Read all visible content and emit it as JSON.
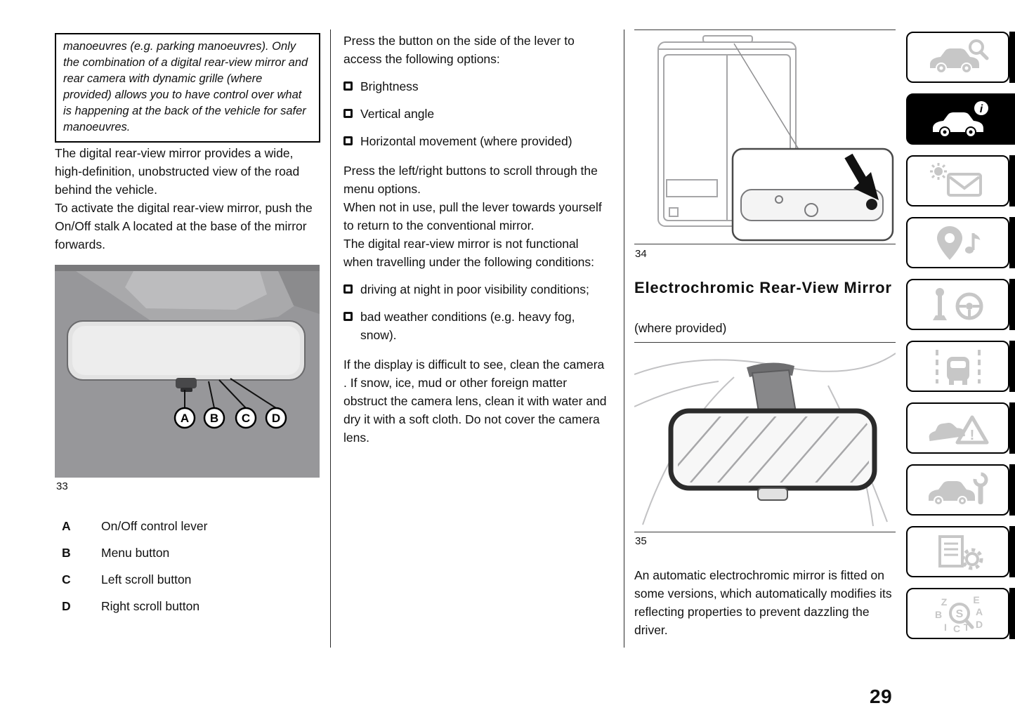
{
  "page": {
    "number": "29"
  },
  "left_column": {
    "note_box_text": "manoeuvres (e.g. parking manoeuvres). Only the combination of a digital rear-view mirror and rear camera with dynamic grille (where provided) allows you to have control over what is happening at the back of the vehicle for safer manoeuvres.",
    "intro_para_1": "The digital rear-view mirror provides a wide, high-definition, unobstructed view of the road behind the vehicle.",
    "intro_para_2": "To activate the digital rear-view mirror, push the On/Off stalk A located at the base of the mirror forwards.",
    "figure_33": {
      "caption": "33",
      "callouts": [
        "A",
        "B",
        "C",
        "D"
      ]
    },
    "legend": [
      {
        "key": "A",
        "label": "On/Off control lever"
      },
      {
        "key": "B",
        "label": "Menu button"
      },
      {
        "key": "C",
        "label": "Left scroll button"
      },
      {
        "key": "D",
        "label": "Right scroll button"
      }
    ]
  },
  "middle_column": {
    "para_1": "Press the button on the side of the lever to access the following options:",
    "options": [
      "Brightness",
      "Vertical angle",
      "Horizontal movement (where provided)"
    ],
    "para_2": "Press the left/right buttons to scroll through the menu options.",
    "para_3": "When not in use, pull the lever towards yourself to return to the conventional mirror.",
    "para_4": "The digital rear-view mirror is not functional when travelling under the following conditions:",
    "conditions": [
      "driving at night in poor visibility conditions;",
      "bad weather conditions (e.g. heavy fog, snow)."
    ],
    "para_5": "If the display is difficult to see, clean the camera . If snow, ice, mud or other foreign matter obstruct the camera lens, clean it with water and dry it with a soft cloth. Do not cover the camera lens."
  },
  "right_column": {
    "figure_34": {
      "caption": "34"
    },
    "heading": "Electrochromic Rear-View Mirror",
    "subheading": "(where provided)",
    "figure_35": {
      "caption": "35"
    },
    "para": "An automatic electrochromic mirror is fitted on some versions, which automatically modifies its reflecting properties to prevent dazzling the driver."
  },
  "sidebar": {
    "tabs": [
      {
        "icon": "car-magnifier-icon",
        "active": false
      },
      {
        "icon": "car-info-icon",
        "active": true
      },
      {
        "icon": "sun-envelope-icon",
        "active": false
      },
      {
        "icon": "map-pin-music-icon",
        "active": false
      },
      {
        "icon": "gear-lever-steering-wheel-icon",
        "active": false
      },
      {
        "icon": "car-lane-markings-icon",
        "active": false
      },
      {
        "icon": "car-warning-triangle-icon",
        "active": false
      },
      {
        "icon": "car-wrench-icon",
        "active": false
      },
      {
        "icon": "document-gear-icon",
        "active": false
      },
      {
        "icon": "alphabet-magnifier-icon",
        "active": false
      }
    ],
    "colors": {
      "active_bg": "#000000",
      "inactive_icon": "#c7c7c7"
    }
  }
}
